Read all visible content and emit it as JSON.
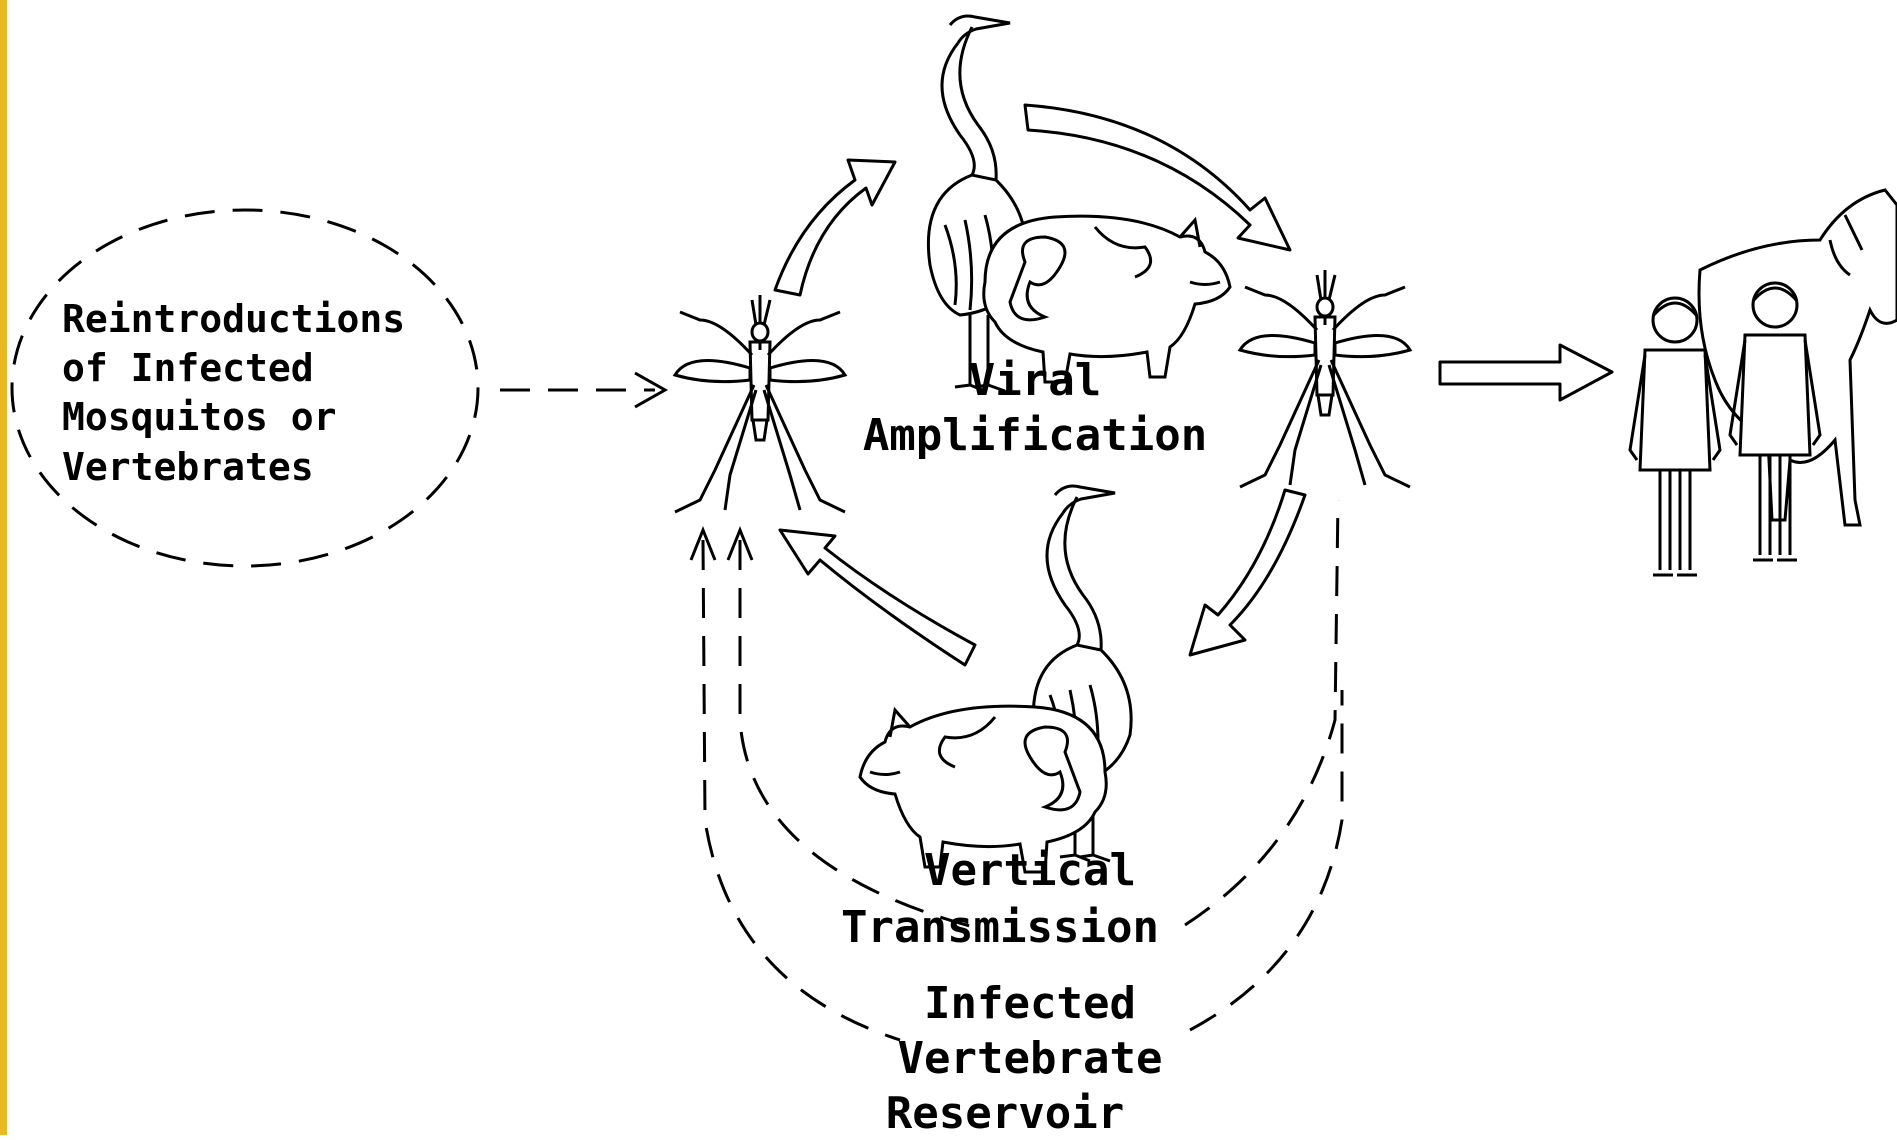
{
  "colors": {
    "left_border": "#e8b923",
    "ink": "#000000",
    "background": "#ffffff"
  },
  "labels": {
    "reintroductions": [
      "Reintroductions",
      "of Infected",
      "Mosquitos or",
      "Vertebrates"
    ],
    "viral_amplification": [
      "Viral",
      "Amplification"
    ],
    "vertical_transmission": [
      "Vertical",
      "Transmission"
    ],
    "reservoir": [
      "Infected",
      "Vertebrate",
      "Reservoir"
    ]
  },
  "icons": [
    "mosquito-icon",
    "heron-icon",
    "pig-icon",
    "horse-icon",
    "girl-icon",
    "boy-icon"
  ]
}
